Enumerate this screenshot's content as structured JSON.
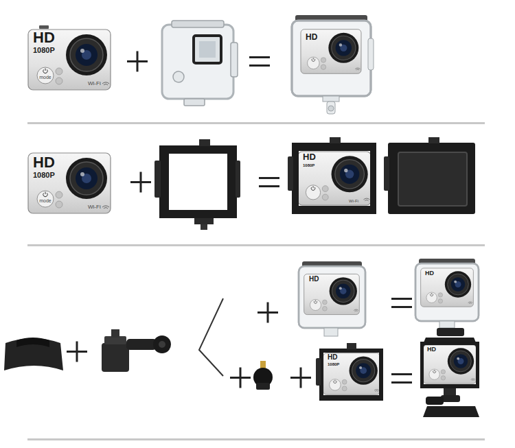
{
  "diagram": {
    "labels": [
      "HD",
      "1080P",
      "mode",
      "Wi-Fi",
      "HD",
      "HD",
      "1080P",
      "mode",
      "Wi-Fi",
      "HD",
      "1080P",
      "Wi-Fi",
      "HD",
      "HD",
      "HD",
      "1080P",
      "HD"
    ]
  }
}
